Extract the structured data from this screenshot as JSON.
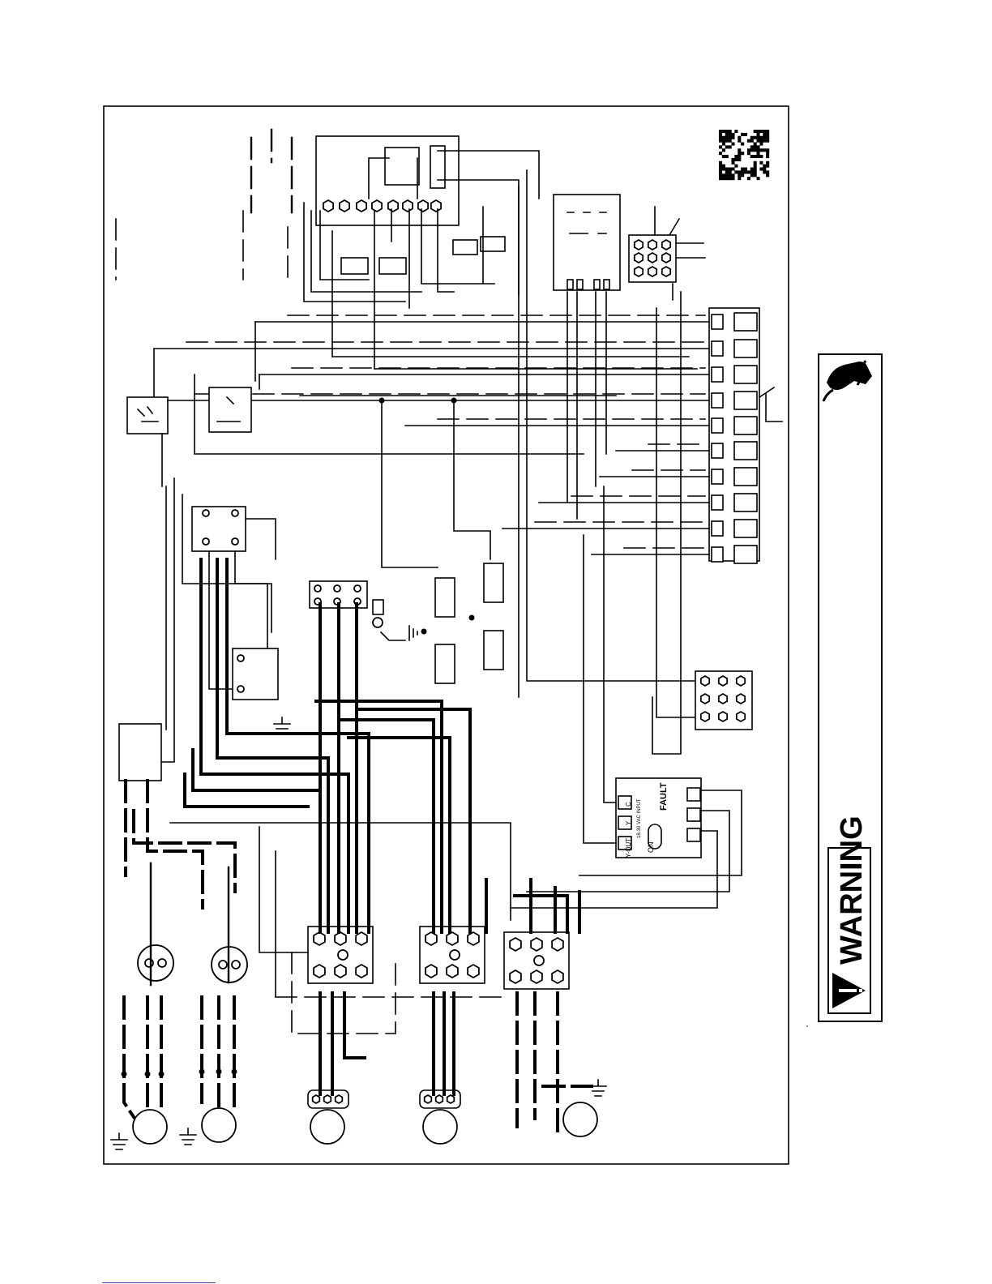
{
  "warning_label": "WARNING",
  "control_module": {
    "fault": "FAULT",
    "y_out": "Y-OUT",
    "y": "Y",
    "c": "C",
    "on": "ON",
    "vac_input": "18-30 VAC INPUT"
  }
}
